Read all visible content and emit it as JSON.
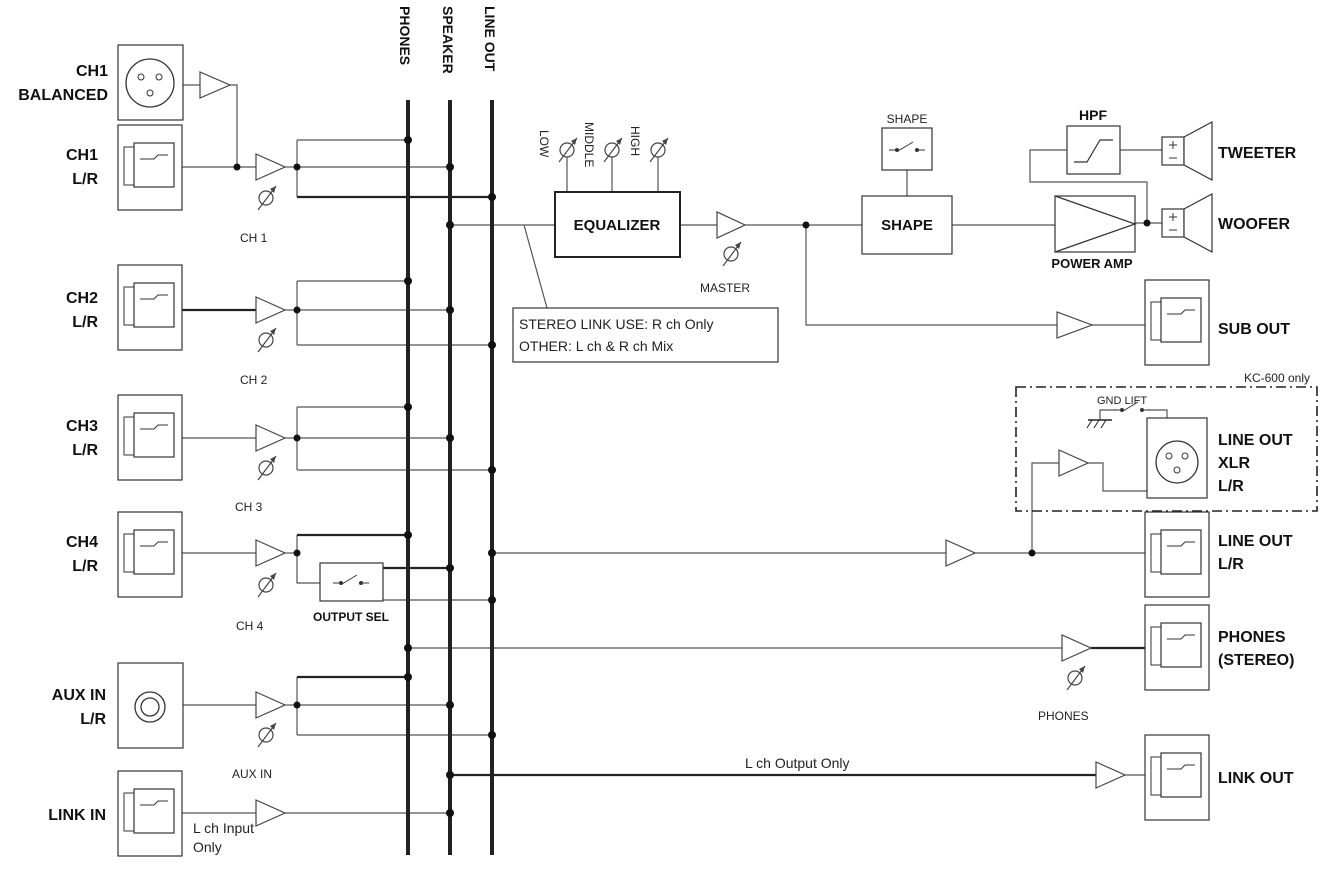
{
  "buses": {
    "phones": "PHONES",
    "speaker": "SPEAKER",
    "line_out": "LINE OUT"
  },
  "inputs": {
    "ch1_balanced": [
      "CH1",
      "BALANCED"
    ],
    "ch1": [
      "CH1",
      "L/R"
    ],
    "ch2": [
      "CH2",
      "L/R"
    ],
    "ch3": [
      "CH3",
      "L/R"
    ],
    "ch4": [
      "CH4",
      "L/R"
    ],
    "aux_in": [
      "AUX IN",
      "L/R"
    ],
    "link_in": "LINK IN"
  },
  "knobs": {
    "ch1": "CH 1",
    "ch2": "CH 2",
    "ch3": "CH 3",
    "ch4": "CH 4",
    "aux_in": "AUX IN",
    "master": "MASTER",
    "phones": "PHONES"
  },
  "eq": {
    "label": "EQUALIZER",
    "low": "LOW",
    "middle": "MIDDLE",
    "high": "HIGH"
  },
  "shape": {
    "switch_label": "SHAPE",
    "box_label": "SHAPE"
  },
  "hpf": "HPF",
  "power_amp": "POWER AMP",
  "output_sel": "OUTPUT SEL",
  "note": {
    "line1": "STEREO LINK USE: R ch Only",
    "line2": "OTHER: L ch & R ch Mix"
  },
  "link_in_note": [
    "L ch Input",
    "Only"
  ],
  "link_out_note": "L ch Output Only",
  "kc600_note": "KC-600 only",
  "gnd_lift": "GND LIFT",
  "outputs": {
    "tweeter": "TWEETER",
    "woofer": "WOOFER",
    "sub_out": "SUB OUT",
    "line_out_xlr": [
      "LINE OUT",
      "XLR",
      "L/R"
    ],
    "line_out": [
      "LINE OUT",
      "L/R"
    ],
    "phones": [
      "PHONES",
      "(STEREO)"
    ],
    "link_out": "LINK OUT"
  }
}
